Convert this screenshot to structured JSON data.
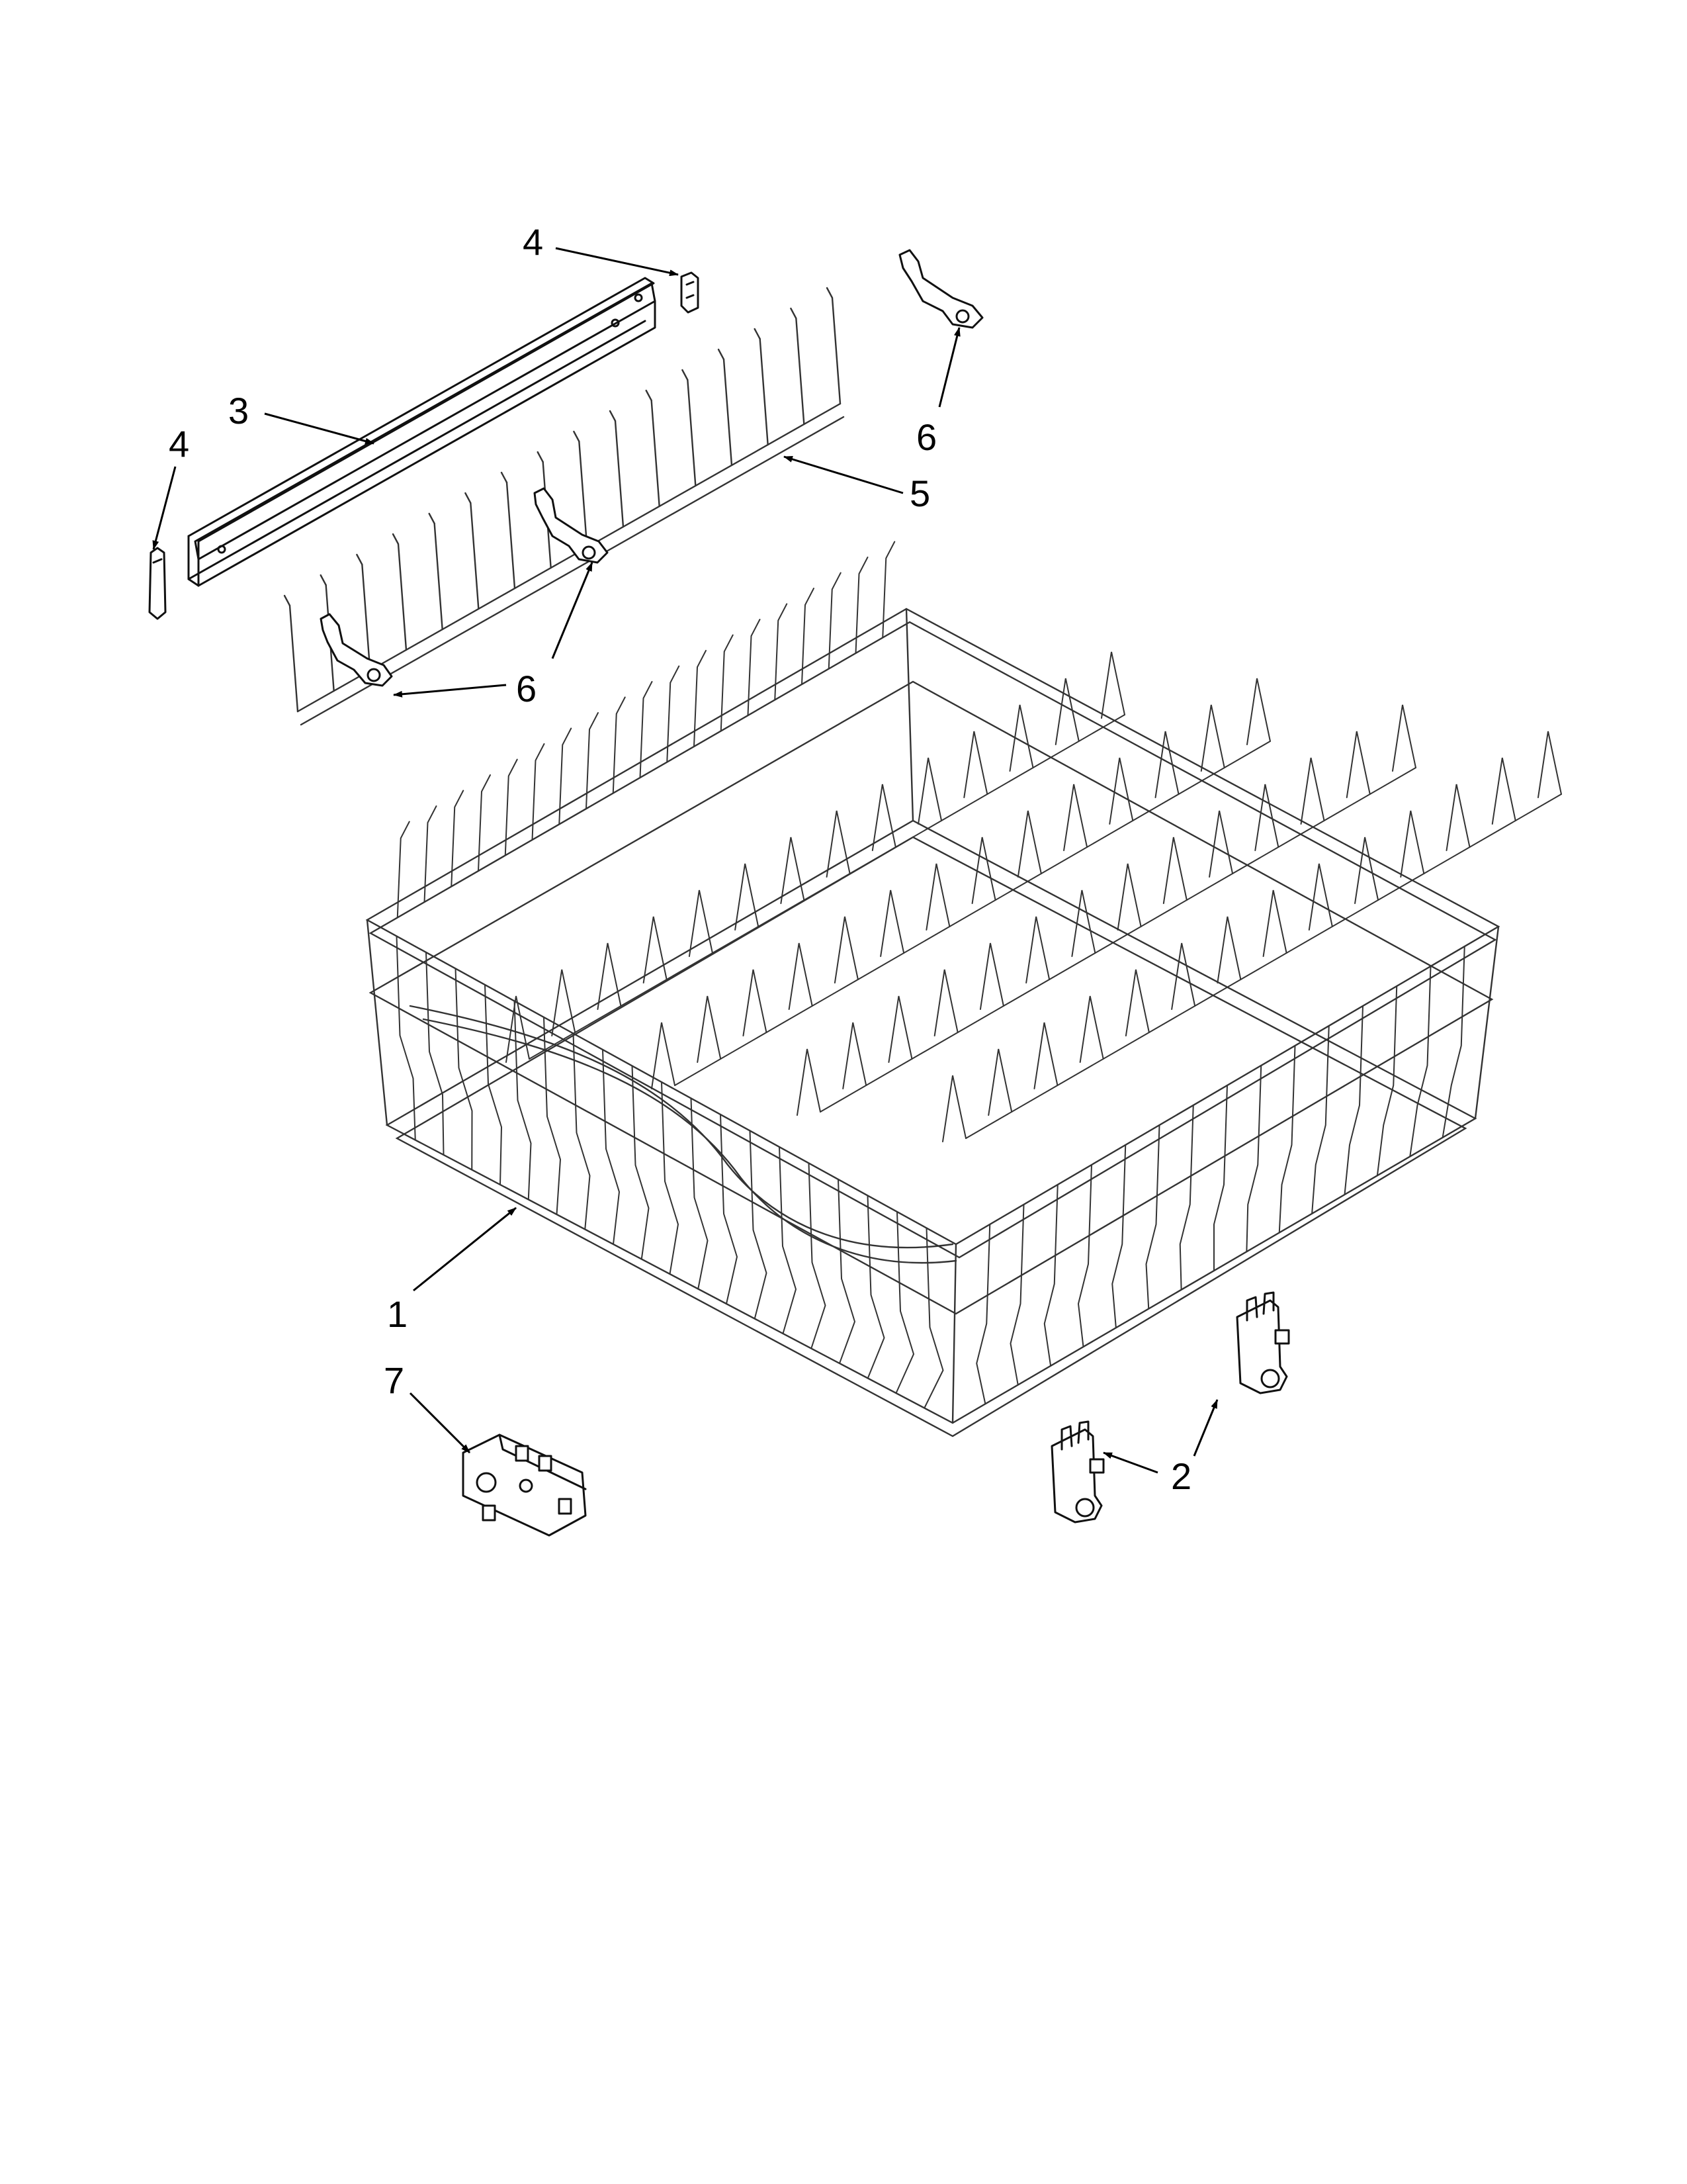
{
  "callouts": {
    "rack_assembly": "1",
    "rack_adjuster": "2",
    "rail": "3",
    "end_cap_right": "4",
    "end_cap_left": "4",
    "tine_row": "5",
    "clip_right": "6",
    "clip_lower": "6",
    "bracket": "7"
  }
}
